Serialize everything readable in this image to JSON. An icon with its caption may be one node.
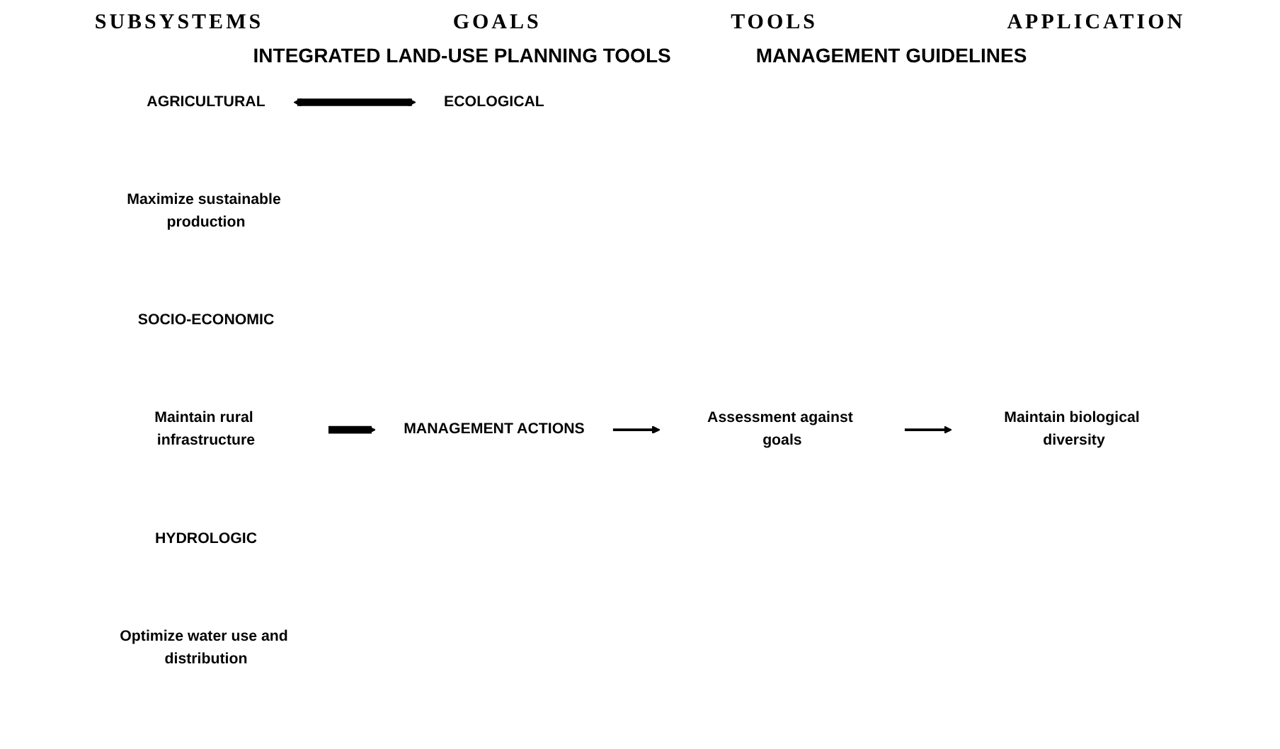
{
  "diagram": {
    "nodes": [
      {
        "text": [
          "AGRICULTURAL"
        ]
      },
      {
        "text": [
          "Maximize sustainable production"
        ]
      },
      {
        "text": [
          "SOCIO-ECONOMIC"
        ]
      },
      {
        "text": [
          "Maintain rural infrastructure"
        ]
      },
      {
        "text": [
          "HYDROLOGIC"
        ]
      },
      {
        "text": [
          "Optimize water use and distribution"
        ]
      },
      {
        "text": [
          "ECOLOGICAL"
        ]
      },
      {
        "text": [
          "Maintain biological diversity"
        ]
      },
      {
        "text": [
          "MANAGEMENT ACTIONS"
        ]
      },
      {
        "text": [
          "Assessment against goals"
        ]
      }
    ],
    "edges": [
      {
        "from": 0,
        "to": 6,
        "arrow": "both",
        "style": "thick"
      },
      {
        "from": 3,
        "to": 8,
        "arrow": "to",
        "style": "thick"
      },
      {
        "from": 8,
        "to": 9,
        "arrow": "to"
      },
      {
        "from": 9,
        "to": 7,
        "arrow": "to"
      }
    ],
    "labels": [
      "SUBSYSTEMS",
      "GOALS",
      "TOOLS",
      "APPLICATION",
      "INTEGRATED LAND-USE PLANNING TOOLS",
      "MANAGEMENT GUIDELINES"
    ]
  }
}
